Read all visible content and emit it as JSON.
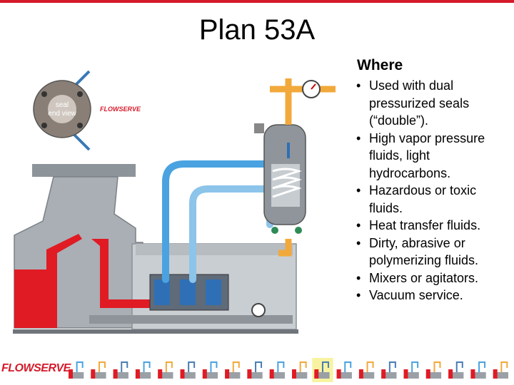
{
  "slide": {
    "title": "Plan 53A"
  },
  "diagram": {
    "seal_end_view_label_line1": "seal",
    "seal_end_view_label_line2": "end view",
    "brand_logo_text": "FLOWSERVE"
  },
  "content": {
    "heading": "Where",
    "bullets": [
      "Used with dual pressurized seals (“double”).",
      "High vapor pressure fluids, light hydrocarbons.",
      "Hazardous or toxic fluids.",
      "Heat transfer fluids.",
      "Dirty, abrasive or polymerizing fluids.",
      "Mixers or agitators.",
      "Vacuum service."
    ]
  },
  "footer": {
    "logo_text": "FLOWSERVE",
    "plan_thumbnail_count": 20,
    "highlighted_thumbnail_index": 11
  },
  "colors": {
    "brand_red": "#d51a2a",
    "casing_gray": "#9aa0a6",
    "process_red": "#e01b24",
    "barrier_blue": "#4aa3e0",
    "vent_orange": "#f2a93b"
  }
}
